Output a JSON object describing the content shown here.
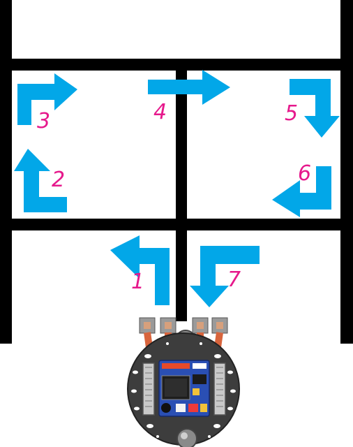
{
  "colors": {
    "track": "#000000",
    "arrow": "#02a7e8",
    "number": "#e6198c",
    "robot_base": "#3d3d3d",
    "robot_board": "#2a4fb4",
    "sensor_arm": "#d8643c",
    "sensor_head": "#9a9a9a",
    "wheel": "#7a7a7a"
  },
  "steps": [
    {
      "label": "1",
      "direction": "up-then-left"
    },
    {
      "label": "2",
      "direction": "left-then-up"
    },
    {
      "label": "3",
      "direction": "up-then-right"
    },
    {
      "label": "4",
      "direction": "right"
    },
    {
      "label": "5",
      "direction": "right-then-down"
    },
    {
      "label": "6",
      "direction": "down-then-left"
    },
    {
      "label": "7",
      "direction": "left-then-down"
    }
  ],
  "icons": {
    "robot": "line-follower-robot-icon"
  }
}
